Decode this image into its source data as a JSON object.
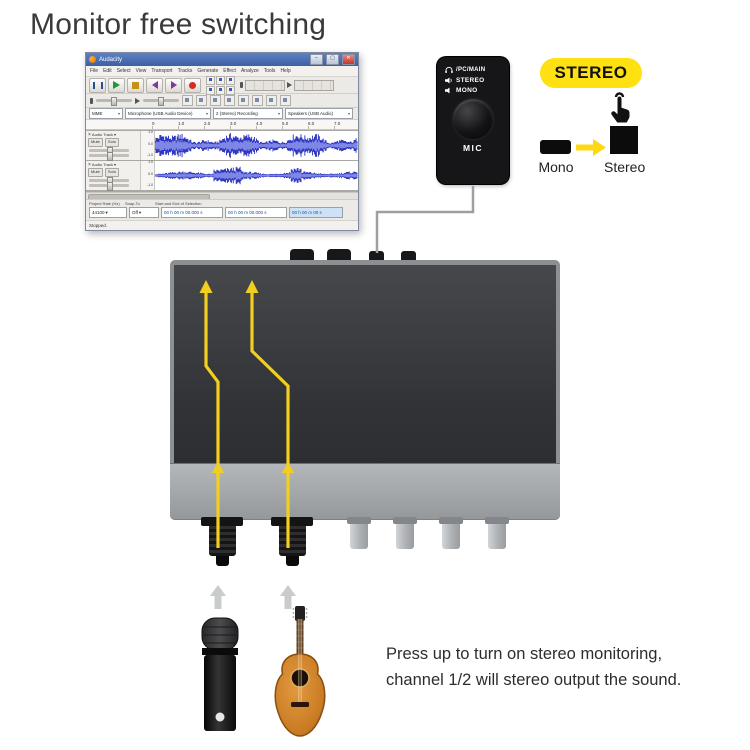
{
  "page": {
    "title": "Monitor free switching",
    "caption": [
      "Press up to turn on stereo monitoring,",
      "channel 1/2 will stereo output the sound."
    ]
  },
  "colors": {
    "accent_yellow": "#ffe112",
    "arrow_yellow": "#f2cf1f",
    "device_dark": "#3a3c40",
    "device_light": "#a8abae"
  },
  "stereo_badge": {
    "label": "STEREO"
  },
  "mode_legend": {
    "mono_label": "Mono",
    "stereo_label": "Stereo"
  },
  "switch_panel": {
    "output_label": "/PC/MAIN",
    "stereo_label": "STEREO",
    "mono_label": "MONO",
    "mic_label": "MIC"
  },
  "icons": {
    "minimize": "–",
    "maximize": "▢",
    "close": "✕",
    "dropdown": "▾",
    "track_close": "×"
  },
  "audacity": {
    "window_title": "Audacity",
    "menu_items": [
      "File",
      "Edit",
      "Select",
      "View",
      "Transport",
      "Tracks",
      "Generate",
      "Effect",
      "Analyze",
      "Tools",
      "Help"
    ],
    "device_bar": [
      "MME",
      "Microphone (USB Audio Device)",
      "2 (Stereo) Recording",
      "Speakers (USB Audio)"
    ],
    "timeline_ticks": [
      "0",
      "1.0",
      "2.0",
      "3.0",
      "4.0",
      "5.0",
      "6.0",
      "7.0"
    ],
    "track": {
      "name": "Audio Track",
      "mute": "Mute",
      "solo": "Solo",
      "scale": [
        "1.0",
        "0.0",
        "-1.0"
      ]
    },
    "selection_bar": {
      "rate_label": "Project Rate (Hz)",
      "rate_value": "44100",
      "snap_label": "Snap-To",
      "snap_value": "Off",
      "mode_value": "Start and End of Selection",
      "time_start": "00 h 00 m 00.000 s",
      "time_end": "00 h 00 m 00.000 s",
      "audio_position": "00 h 00 m 00 s"
    },
    "status": "Stopped."
  }
}
